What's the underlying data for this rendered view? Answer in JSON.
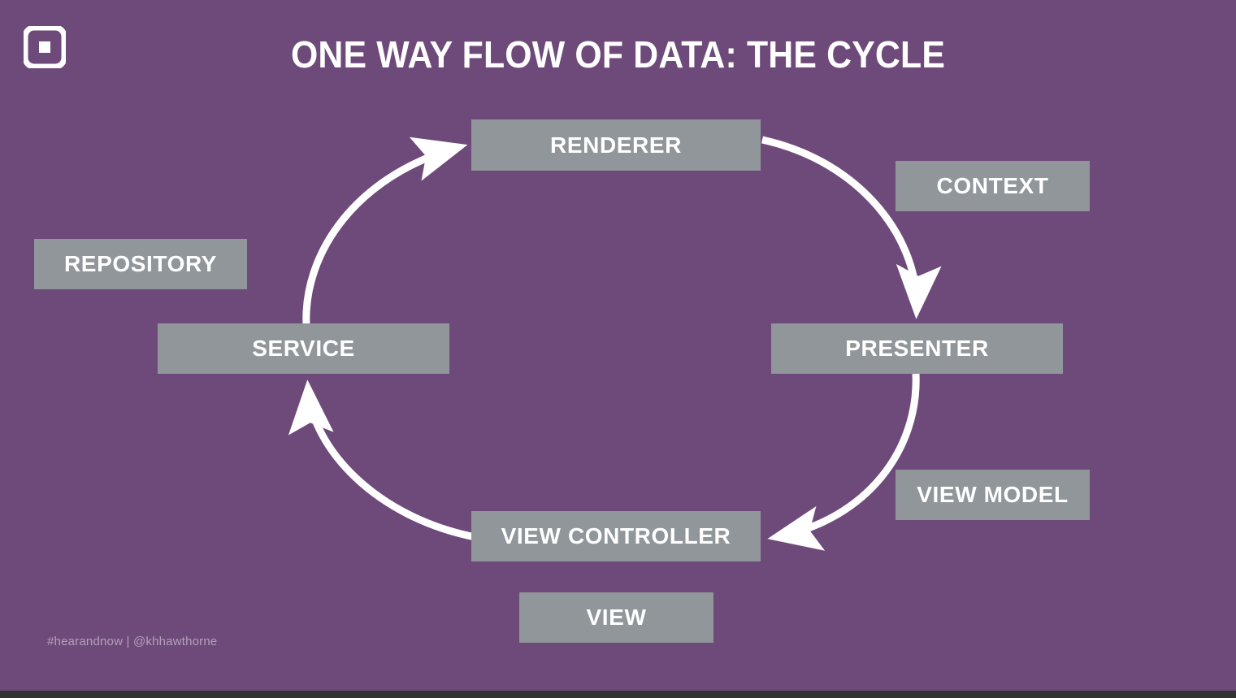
{
  "slide": {
    "title": "ONE WAY FLOW OF DATA: THE CYCLE",
    "footer": "#hearandnow | @khhawthorne",
    "background_color": "#6e4a7a",
    "node_color": "#90969a",
    "text_color": "#ffffff",
    "arrow_color": "#ffffff",
    "footer_color": "#b3a1bb",
    "logo_name": "square-logo"
  },
  "cycle_nodes": [
    {
      "id": "renderer",
      "label": "RENDERER"
    },
    {
      "id": "presenter",
      "label": "PRESENTER"
    },
    {
      "id": "view-controller",
      "label": "VIEW CONTROLLER"
    },
    {
      "id": "service",
      "label": "SERVICE"
    }
  ],
  "aside_nodes": [
    {
      "id": "context",
      "label": "CONTEXT"
    },
    {
      "id": "repository",
      "label": "REPOSITORY"
    },
    {
      "id": "view-model",
      "label": "VIEW MODEL"
    },
    {
      "id": "view",
      "label": "VIEW"
    }
  ],
  "arrows": [
    {
      "id": "service-to-renderer",
      "from": "SERVICE",
      "to": "RENDERER",
      "direction": "up-right"
    },
    {
      "id": "renderer-to-presenter",
      "from": "RENDERER",
      "to": "PRESENTER",
      "direction": "down-right"
    },
    {
      "id": "presenter-to-viewcontroller",
      "from": "PRESENTER",
      "to": "VIEW CONTROLLER",
      "direction": "down-left"
    },
    {
      "id": "viewcontroller-to-service",
      "from": "VIEW CONTROLLER",
      "to": "SERVICE",
      "direction": "up-left"
    }
  ]
}
